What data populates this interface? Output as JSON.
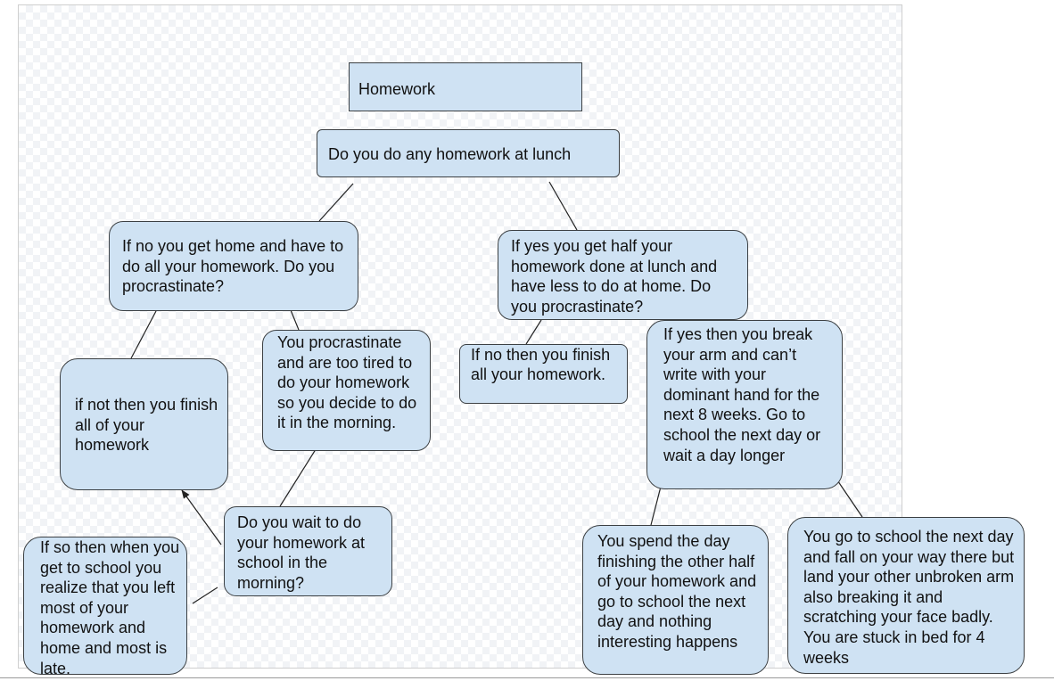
{
  "diagram": {
    "title_node": "Homework",
    "question_lunch": "Do you do any homework at lunch",
    "no_lunch": "If no you get home and have to do all your homework. Do you procrastinate?",
    "yes_lunch": "If yes you get half your homework done at lunch and have less to do at home. Do you procrastinate?",
    "no_procrastinate_left": "if not then you finish all of your homework",
    "procrastinate_tired": "You procrastinate and are too tired to do your homework so you decide to do it in the morning.",
    "no_procrastinate_right": "If no then you finish all your homework.",
    "break_arm": "If yes then you break your arm and can’t write with your dominant hand for the next 8 weeks. Go to school the next day or wait a day longer",
    "wait_morning": "Do you wait to do your homework at school in the morning?",
    "left_at_home": "If so then when you get to school you realize that you left most of your homework and home and most is late.",
    "spend_day": "You spend the day finishing the other half of your homework and go to school the next day and nothing interesting happens",
    "fall_way": "You go to school the next day and fall on your way there but land your other unbroken arm also breaking it and scratching your face badly. You are stuck in bed for 4 weeks"
  },
  "colors": {
    "node_fill": "#cfe2f3",
    "node_border": "#3c4043",
    "connector": "#222222"
  }
}
